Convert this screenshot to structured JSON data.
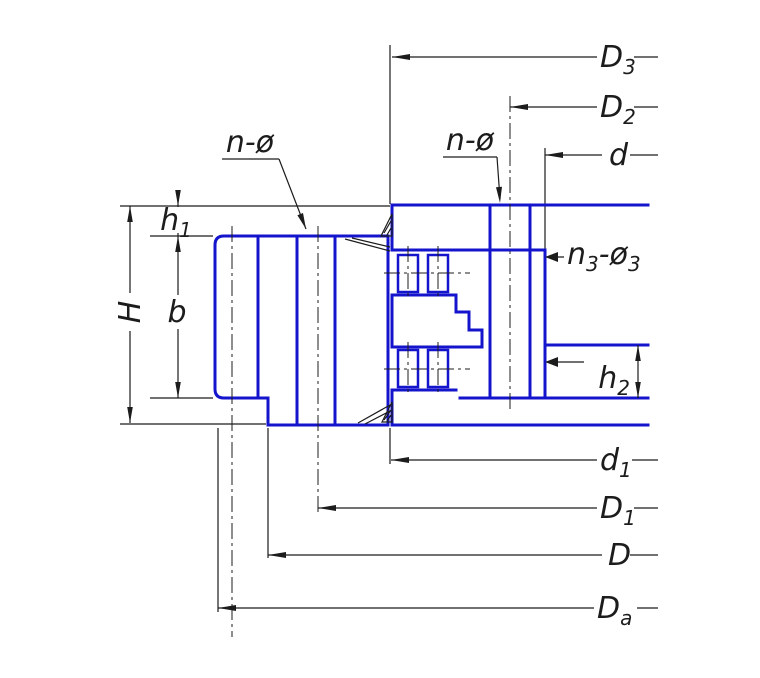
{
  "drawing": {
    "name": "slewing-bearing-cross-section",
    "colors": {
      "part": "#1414cc",
      "dim": "#1c1c1c",
      "bg": "#ffffff"
    },
    "dimensions": {
      "D3": {
        "base": "D",
        "sub": "3"
      },
      "D2": {
        "base": "D",
        "sub": "2"
      },
      "d": {
        "base": "d"
      },
      "h1": {
        "base": "h",
        "sub": "1"
      },
      "H": {
        "base": "H"
      },
      "b": {
        "base": "b"
      },
      "h2": {
        "base": "h",
        "sub": "2"
      },
      "d1": {
        "base": "d",
        "sub": "1"
      },
      "D1": {
        "base": "D",
        "sub": "1"
      },
      "D": {
        "base": "D"
      },
      "Da": {
        "base": "D",
        "sub": "a"
      },
      "n_phi_inner": {
        "base": "n-ø"
      },
      "n_phi_outer": {
        "base": "n-ø"
      },
      "n3_phi3": {
        "b1": "n",
        "s1": "3",
        "b2": "-ø",
        "s2": "3"
      }
    }
  }
}
